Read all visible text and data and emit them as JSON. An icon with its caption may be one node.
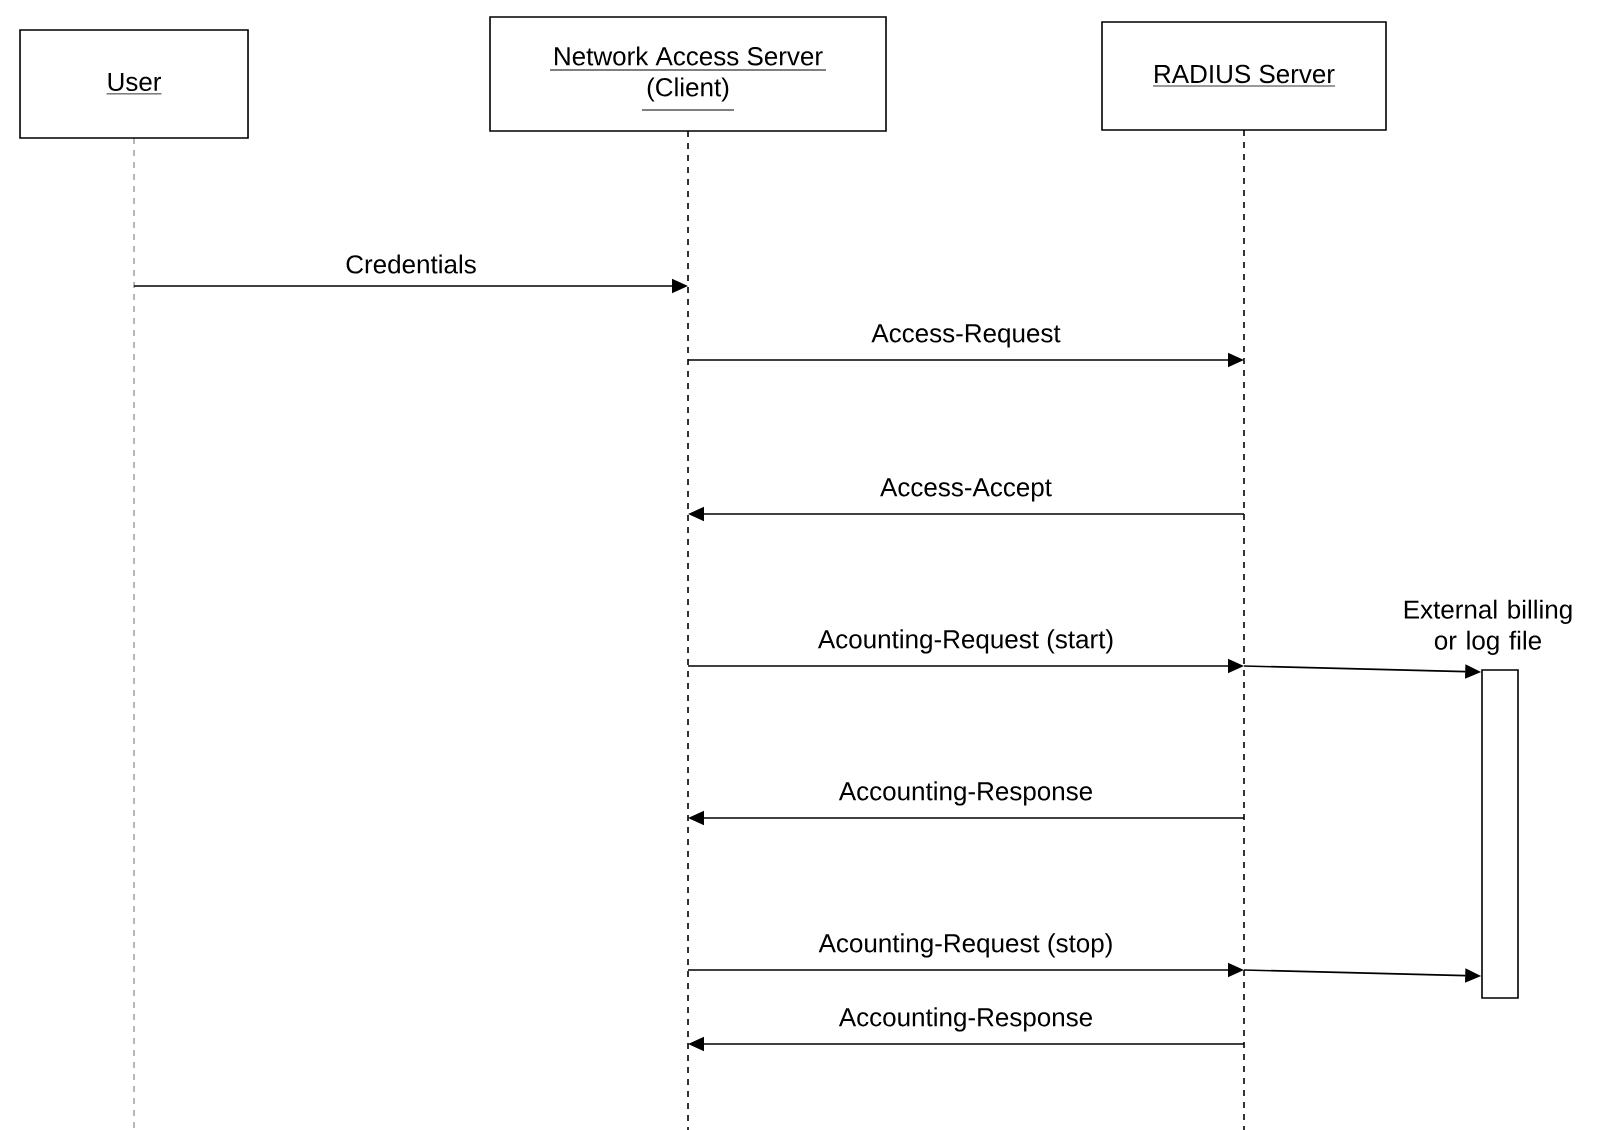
{
  "diagram": {
    "nodes": [
      {
        "text": [
          "User"
        ]
      },
      {
        "text": [
          "Network Access Server (Client)"
        ]
      },
      {
        "text": [
          "RADIUS Server"
        ]
      },
      {
        "text": [
          "External billing or log file"
        ]
      }
    ],
    "edges": [
      {
        "from": 0,
        "to": 1,
        "arrow": "to",
        "label": "Credentials"
      },
      {
        "from": 1,
        "to": 2,
        "arrow": "to",
        "label": "Access-Request"
      },
      {
        "from": 2,
        "to": 1,
        "arrow": "to",
        "label": "Access-Accept"
      },
      {
        "from": 1,
        "to": 2,
        "arrow": "to",
        "label": "Acounting-Request (start)"
      },
      {
        "from": 2,
        "to": 3,
        "arrow": "to"
      },
      {
        "from": 2,
        "to": 1,
        "arrow": "to",
        "label": "Accounting-Response"
      },
      {
        "from": 1,
        "to": 2,
        "arrow": "to",
        "label": "Acounting-Request (stop)"
      },
      {
        "from": 2,
        "to": 3,
        "arrow": "to"
      },
      {
        "from": 2,
        "to": 1,
        "arrow": "to",
        "label": "Accounting-Response"
      }
    ]
  }
}
